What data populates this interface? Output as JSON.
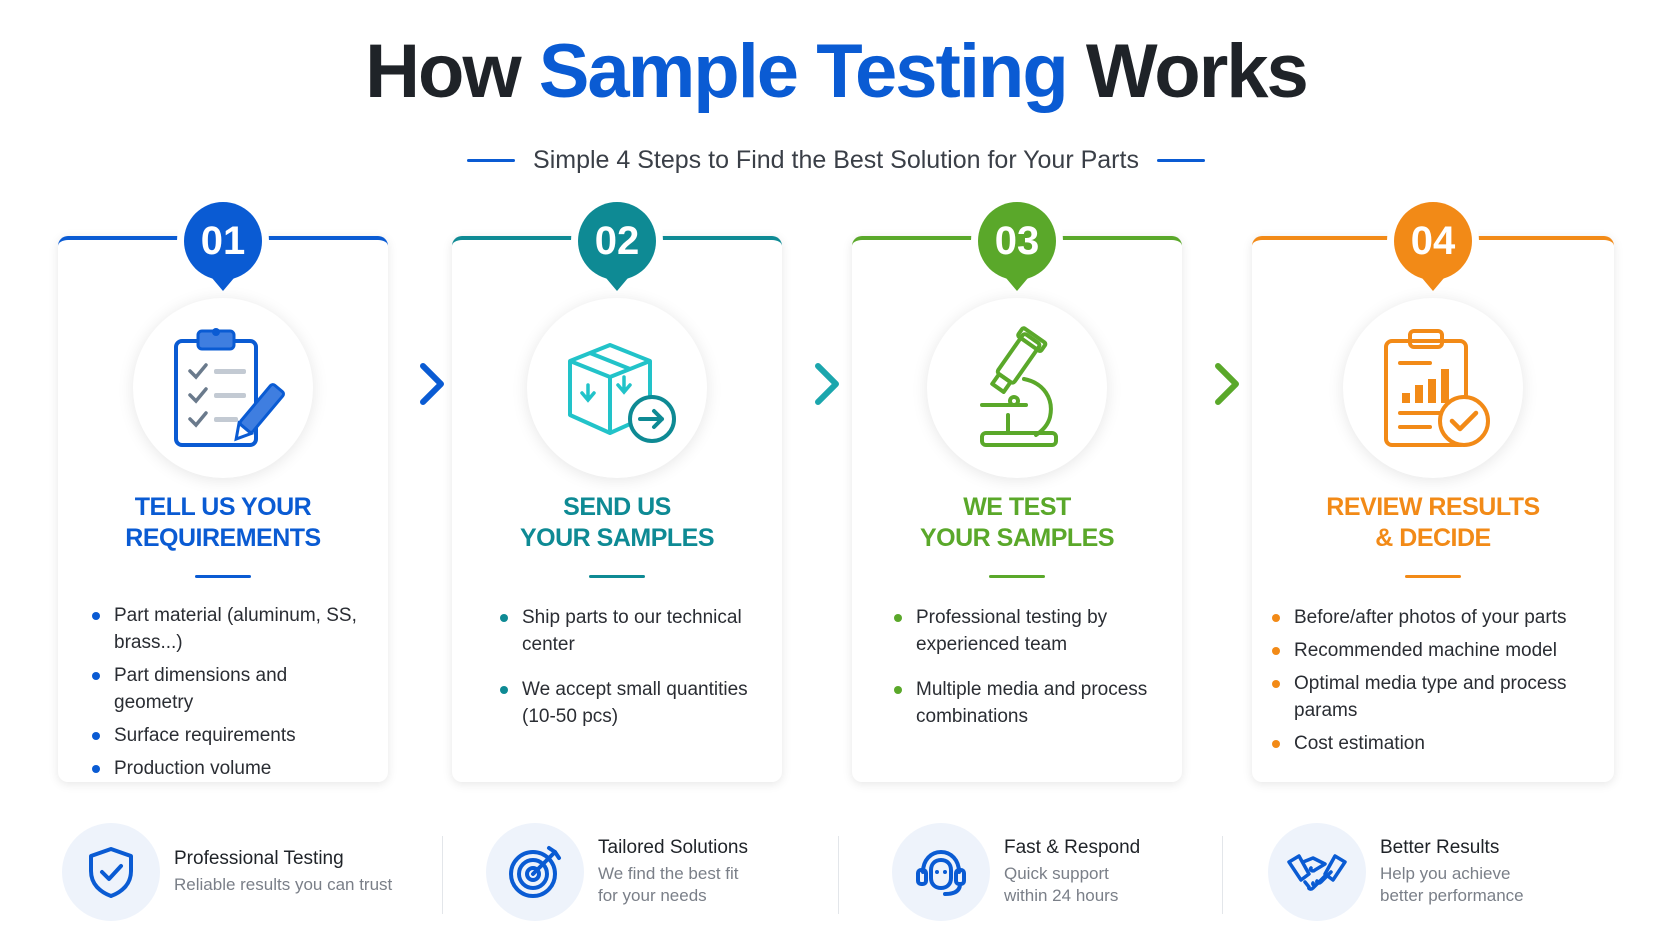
{
  "header": {
    "title_prefix": "How",
    "title_accent": "Sample Testing",
    "title_suffix": "Works",
    "subtitle": "Simple 4 Steps to Find the Best Solution for Your Parts"
  },
  "colors": {
    "primary_blue": "#0a5bd3",
    "teal": "#0e8a94",
    "green": "#5aa82a",
    "orange": "#f28a17"
  },
  "steps": [
    {
      "number": "01",
      "title_line1": "TELL US YOUR",
      "title_line2": "REQUIREMENTS",
      "icon": "clipboard-checklist-icon",
      "bullets": [
        "Part material (aluminum, SS, brass...)",
        "Part dimensions and geometry",
        "Surface requirements",
        "Production volume"
      ]
    },
    {
      "number": "02",
      "title_line1": "SEND US",
      "title_line2": "YOUR SAMPLES",
      "icon": "package-arrow-icon",
      "bullets": [
        "Ship parts to our technical center",
        "We accept small quantities (10-50 pcs)"
      ]
    },
    {
      "number": "03",
      "title_line1": "WE TEST",
      "title_line2": "YOUR SAMPLES",
      "icon": "microscope-icon",
      "bullets": [
        "Professional testing by experienced team",
        "Multiple media and process combinations"
      ]
    },
    {
      "number": "04",
      "title_line1": "REVIEW RESULTS",
      "title_line2": "& DECIDE",
      "icon": "report-check-icon",
      "bullets": [
        "Before/after photos of your parts",
        "Recommended machine model",
        "Optimal media type and process params",
        "Cost estimation"
      ]
    }
  ],
  "features": [
    {
      "icon": "shield-check-icon",
      "title": "Professional Testing",
      "desc_line1": "Reliable results you can trust",
      "desc_line2": ""
    },
    {
      "icon": "target-icon",
      "title": "Tailored Solutions",
      "desc_line1": "We find the best fit",
      "desc_line2": "for your needs"
    },
    {
      "icon": "headset-support-icon",
      "title": "Fast & Respond",
      "desc_line1": "Quick support",
      "desc_line2": "within 24 hours"
    },
    {
      "icon": "handshake-icon",
      "title": "Better Results",
      "desc_line1": "Help you achieve",
      "desc_line2": "better performance"
    }
  ]
}
